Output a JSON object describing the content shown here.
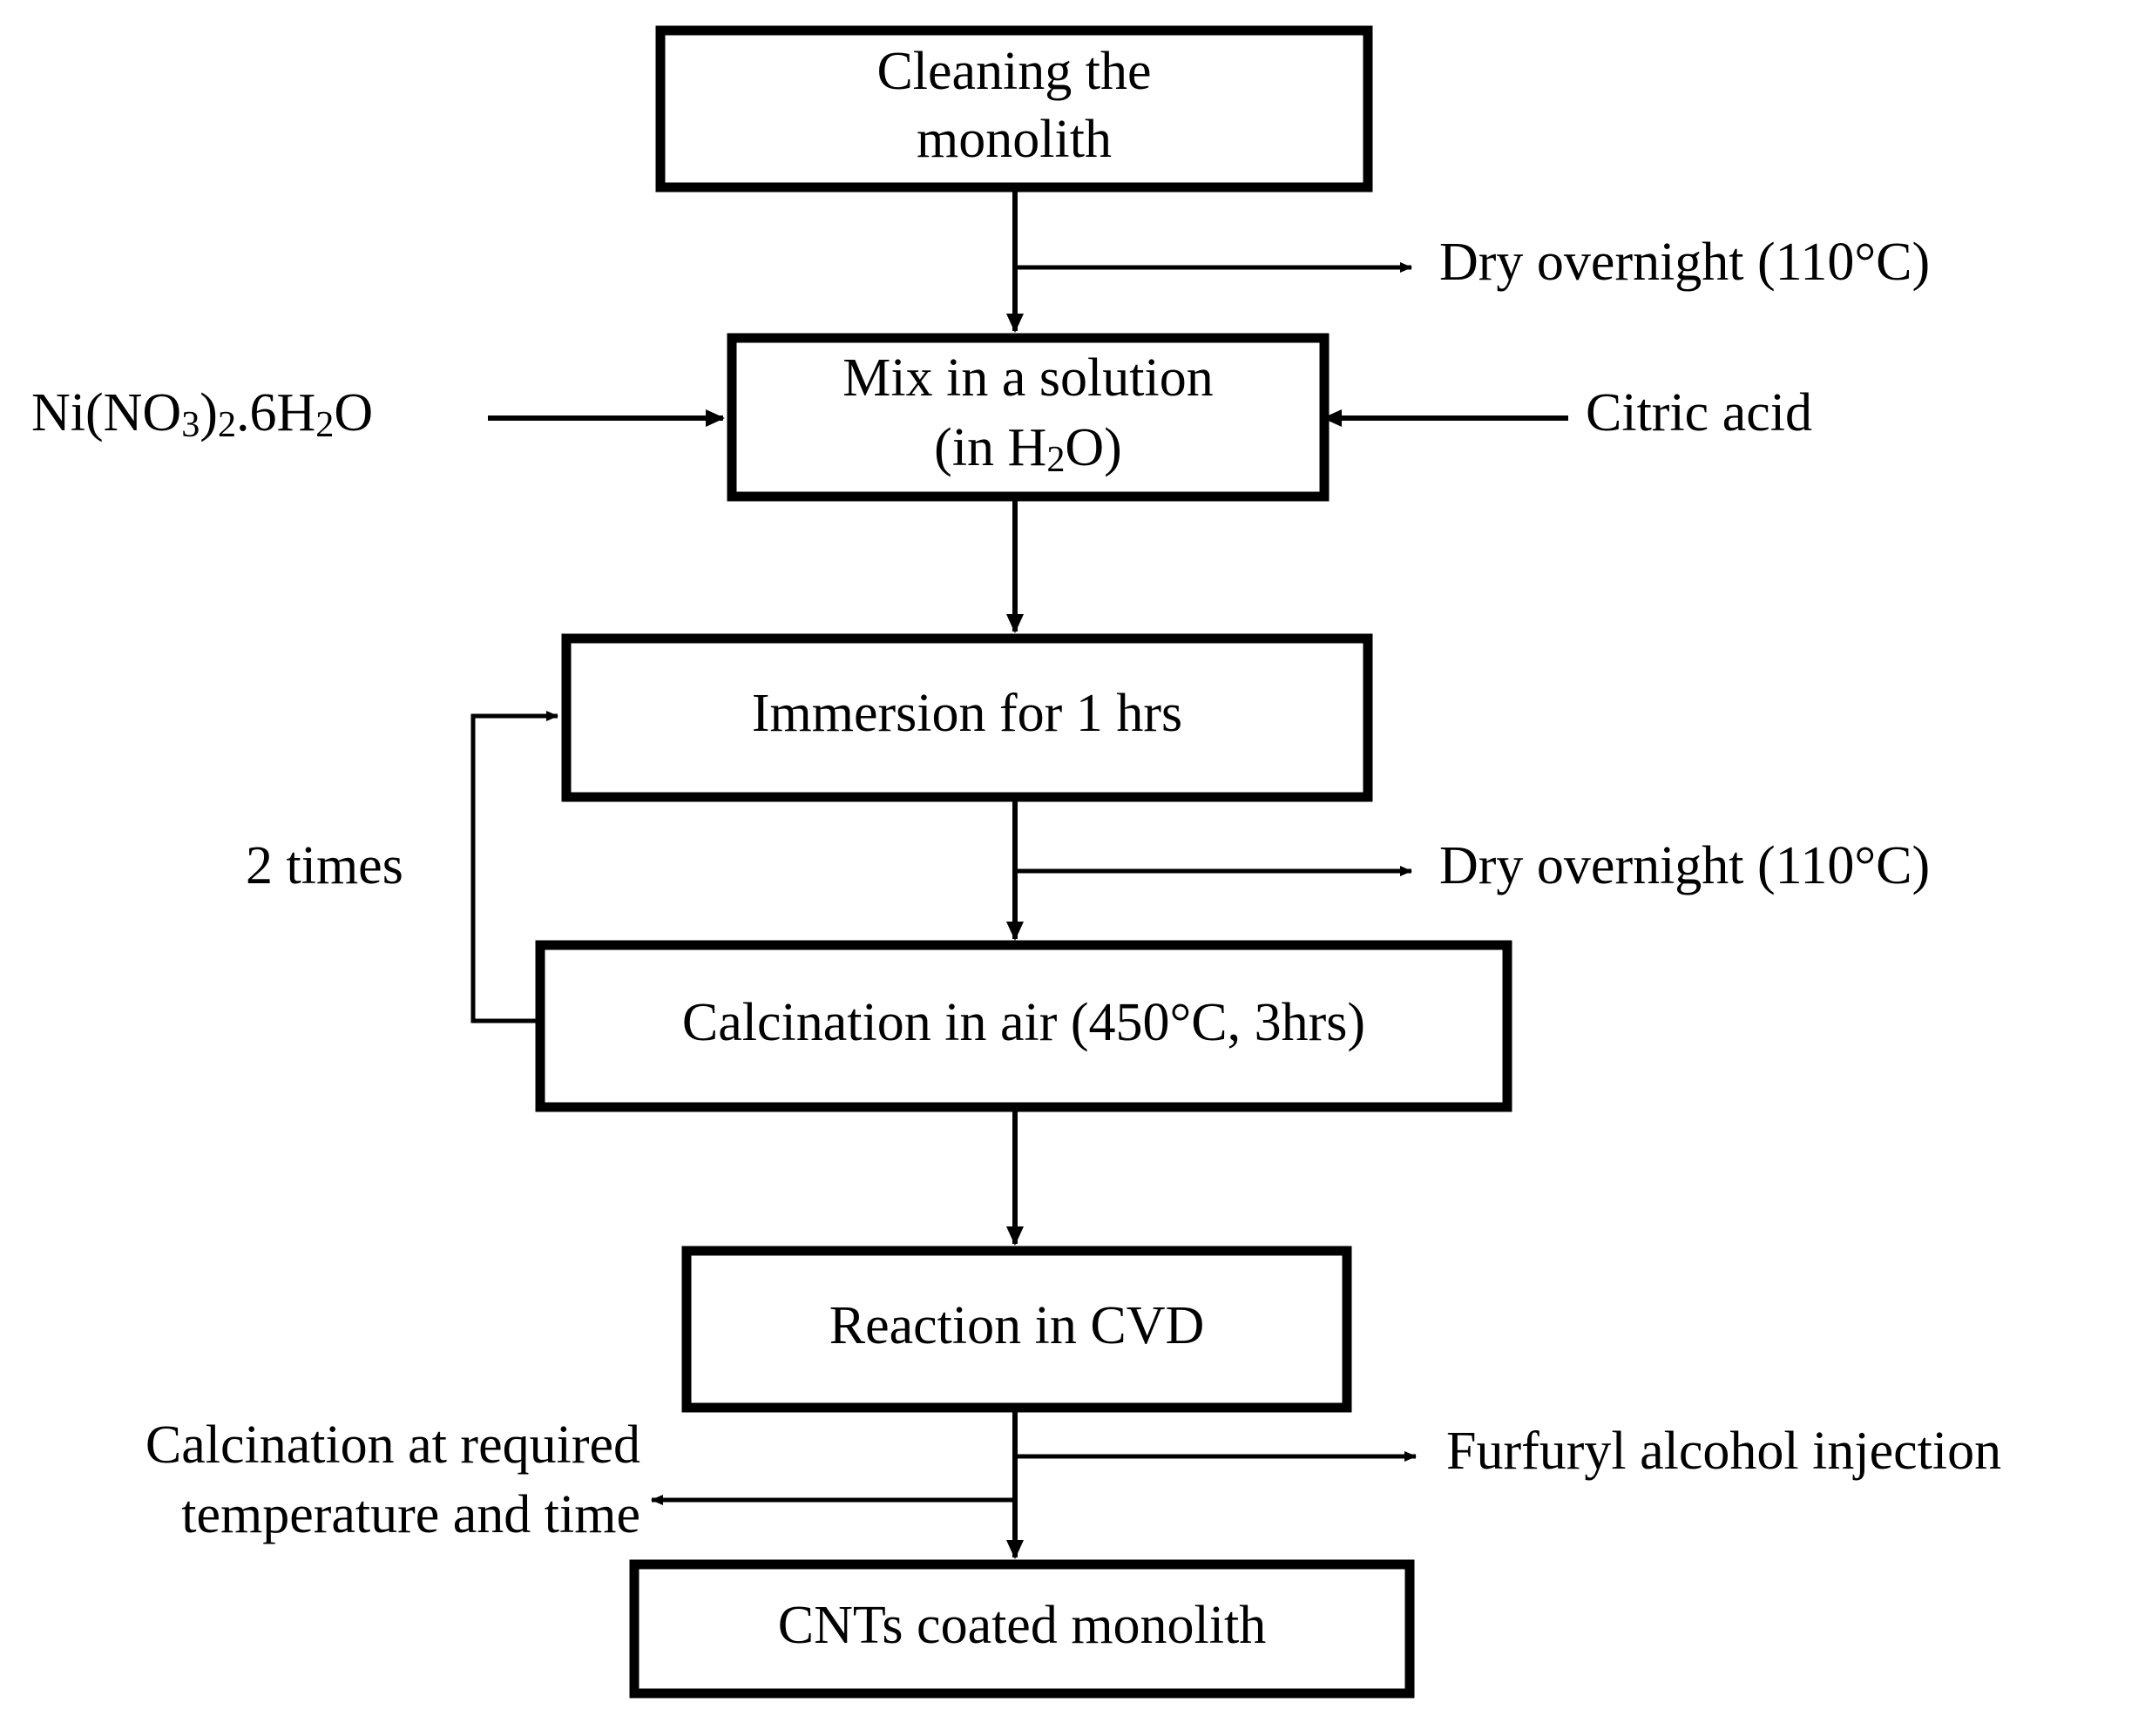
{
  "diagram": {
    "title": "CNT coated monolith preparation flowchart",
    "colors": {
      "background": "#ffffff",
      "stroke": "#000000",
      "box_fill": "#ffffff"
    },
    "nodes": [
      {
        "id": "clean",
        "line1": "Cleaning the",
        "line2": "monolith"
      },
      {
        "id": "mix",
        "line1": "Mix in a solution",
        "line2_prefix": "(in H",
        "line2_sub": "2",
        "line2_suffix": "O)"
      },
      {
        "id": "immersion",
        "line1": "Immersion for 1 hrs"
      },
      {
        "id": "calcination",
        "line1": "Calcination in air (450°C, 3hrs)"
      },
      {
        "id": "cvd",
        "line1": "Reaction in CVD"
      },
      {
        "id": "product",
        "line1": "CNTs coated monolith"
      }
    ],
    "side_labels": {
      "dry_overnight_1": "Dry overnight (110°C)",
      "dry_overnight_2": "Dry overnight (110°C)",
      "nickel_nitrate": {
        "prefix": "Ni(NO",
        "sub1": "3",
        "mid1": ")",
        "sub2": "2",
        "mid2": ".6H",
        "sub3": "2",
        "suffix": "O"
      },
      "citric_acid": "Citric acid",
      "loop_count": "2 times",
      "calcination_required_line1": "Calcination at required",
      "calcination_required_line2": "temperature and time",
      "furfuryl": "Furfuryl alcohol injection"
    }
  }
}
